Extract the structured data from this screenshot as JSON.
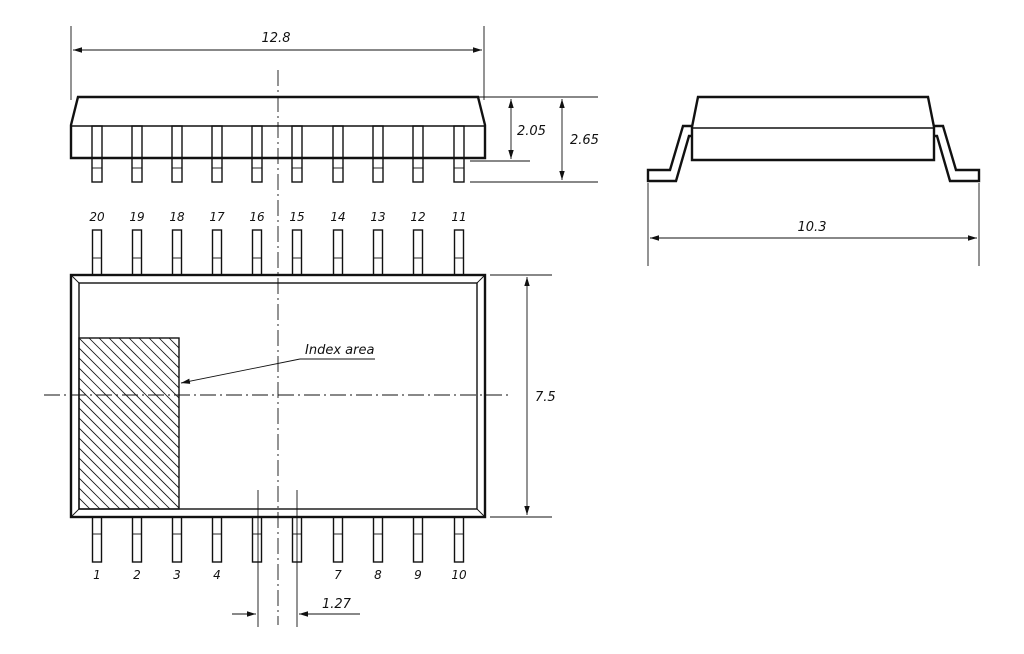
{
  "dimensions": {
    "length": "12.8",
    "body_height": "2.05",
    "total_height": "2.65",
    "body_width": "7.5",
    "lead_span": "10.3",
    "pitch": "1.27"
  },
  "index_label": "Index area",
  "pins": {
    "top": [
      "20",
      "19",
      "18",
      "17",
      "16",
      "15",
      "14",
      "13",
      "12",
      "11"
    ],
    "bottom": [
      "1",
      "2",
      "3",
      "4",
      "",
      "",
      "7",
      "8",
      "9",
      "10"
    ]
  },
  "colors": {
    "line": "#111111",
    "background": "#ffffff"
  }
}
